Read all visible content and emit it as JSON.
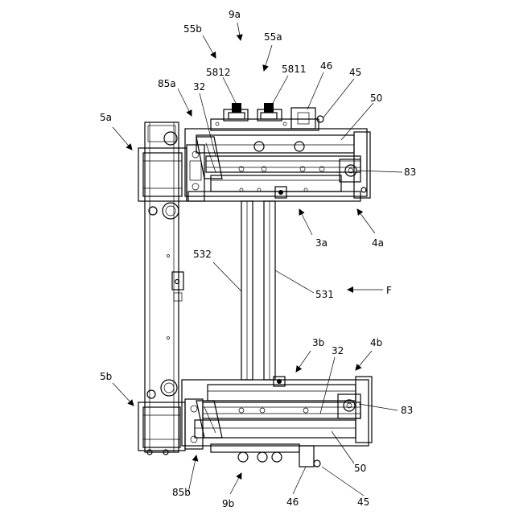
{
  "labels": {
    "l_9a": "9a",
    "l_55b": "55b",
    "l_55a": "55a",
    "l_5812": "5812",
    "l_5811": "5811",
    "l_46_top": "46",
    "l_45_top": "45",
    "l_85a": "85a",
    "l_32_top": "32",
    "l_50_top": "50",
    "l_5a": "5a",
    "l_83_top": "83",
    "l_3a": "3a",
    "l_4a": "4a",
    "l_532": "532",
    "l_531": "531",
    "l_F": "F",
    "l_3b": "3b",
    "l_32_bot": "32",
    "l_4b": "4b",
    "l_5b": "5b",
    "l_83_bot": "83",
    "l_50_bot": "50",
    "l_85b": "85b",
    "l_9b": "9b",
    "l_46_bot": "46",
    "l_45_bot": "45"
  }
}
